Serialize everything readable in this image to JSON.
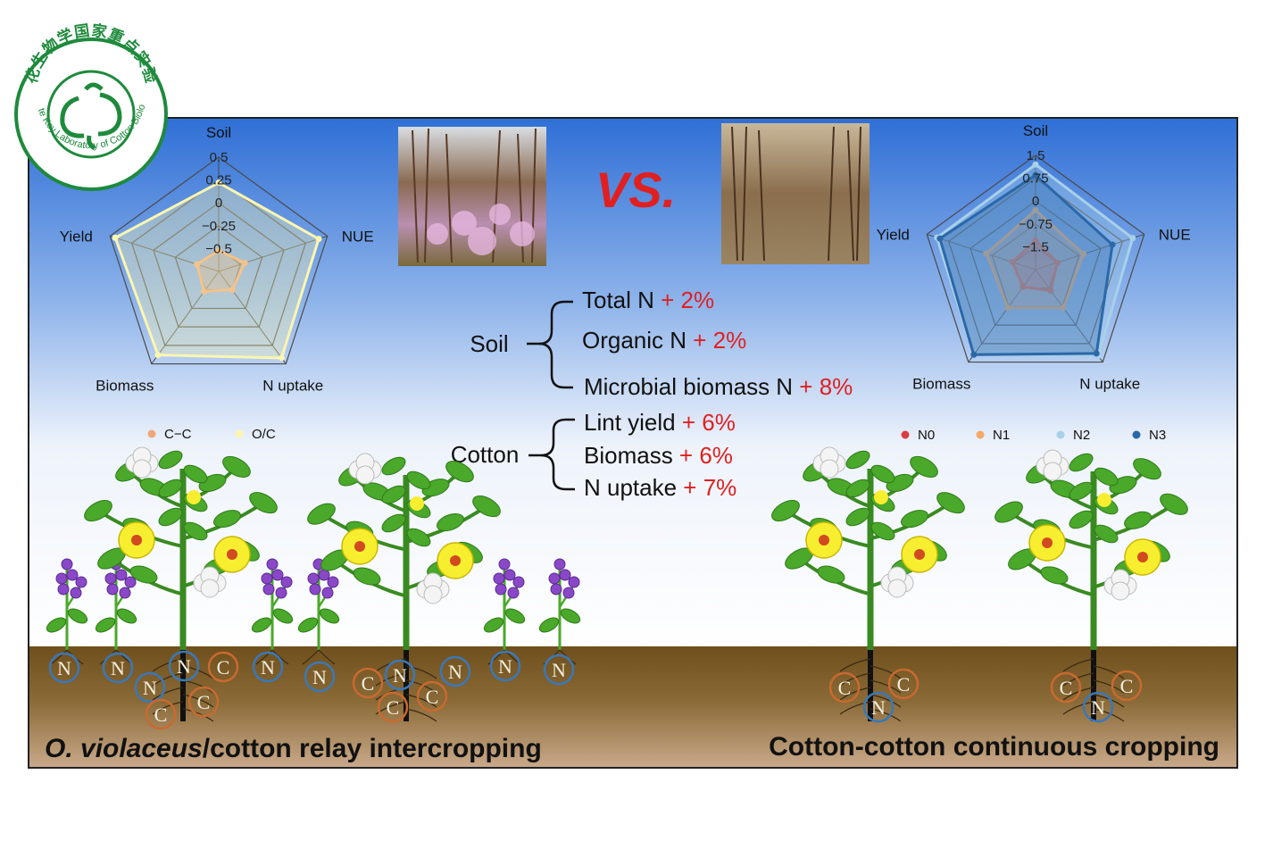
{
  "logo": {
    "text_cn": "棉花生物学国家重点实验室",
    "text_en": "State Key Laboratory of Cotton Biology"
  },
  "vs_label": "VS.",
  "left_radar": {
    "axes": [
      "Soil",
      "NUE",
      "N uptake",
      "Biomass",
      "Yield"
    ],
    "ticks": [
      "0.5",
      "0.25",
      "0",
      "−0.25",
      "−0.5"
    ],
    "range": [
      -0.75,
      0.5
    ],
    "series": [
      {
        "name": "C−C",
        "color": "#f0a878",
        "values": [
          -0.52,
          -0.45,
          -0.5,
          -0.48,
          -0.5
        ]
      },
      {
        "name": "O/C",
        "color": "#fbf5b0",
        "values": [
          0.22,
          0.4,
          0.42,
          0.38,
          0.44
        ]
      }
    ]
  },
  "right_radar": {
    "axes": [
      "Soil",
      "NUE",
      "N uptake",
      "Biomass",
      "Yield"
    ],
    "ticks": [
      "1.5",
      "0.75",
      "0",
      "−0.75",
      "−1.5"
    ],
    "range": [
      -2.25,
      1.5
    ],
    "series": [
      {
        "name": "N0",
        "color": "#d84040",
        "values": [
          -1.3,
          -1.5,
          -1.4,
          -1.55,
          -1.45
        ]
      },
      {
        "name": "N1",
        "color": "#f4a86a",
        "values": [
          -0.3,
          -0.6,
          -0.7,
          -0.7,
          -0.55
        ]
      },
      {
        "name": "N2",
        "color": "#a8d0e8",
        "values": [
          1.2,
          1.1,
          1.25,
          1.2,
          1.15
        ]
      },
      {
        "name": "N3",
        "color": "#2a68a8",
        "values": [
          0.85,
          0.4,
          1.15,
          1.2,
          1.05
        ]
      }
    ]
  },
  "summary": {
    "soil_label": "Soil",
    "soil_items": [
      {
        "label": "Total N",
        "change": " + 2%"
      },
      {
        "label": "Organic N",
        "change": " + 2%"
      },
      {
        "label": "Microbial biomass N",
        "change": " + 8%"
      }
    ],
    "cotton_label": "Cotton",
    "cotton_items": [
      {
        "label": "Lint yield",
        "change": " + 6%"
      },
      {
        "label": "Biomass",
        "change": " + 6%"
      },
      {
        "label": "N uptake",
        "change": " + 7%"
      }
    ]
  },
  "captions": {
    "left_italic": "O. violaceus",
    "left_rest": "/cotton relay intercropping",
    "right": "Cotton-cotton continuous cropping"
  },
  "colors": {
    "highlight": "#e02020",
    "sky_top": "#2f6fd6",
    "soil": "#7a5a28"
  }
}
